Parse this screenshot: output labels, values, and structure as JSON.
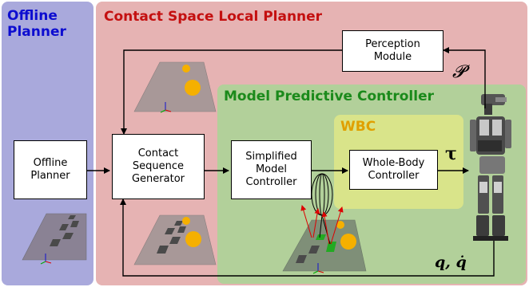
{
  "regions": {
    "offline": {
      "title_line1": "Offline",
      "title_line2": "Planner",
      "color": "#a9a9dc",
      "title_color": "#0d0dd0"
    },
    "contact_space": {
      "title": "Contact Space Local Planner",
      "color": "#e6b3b3",
      "title_color": "#c41010"
    },
    "mpc": {
      "title": "Model Predictive Controller",
      "color": "#b2d09a",
      "title_color": "#1b8a1b"
    },
    "wbc": {
      "title": "WBC",
      "color": "#d9e48a",
      "title_color": "#e0a000"
    }
  },
  "blocks": {
    "offline_planner": {
      "line1": "Offline",
      "line2": "Planner"
    },
    "contact_sequence": {
      "line1": "Contact",
      "line2": "Sequence",
      "line3": "Generator"
    },
    "simplified_model": {
      "line1": "Simplified",
      "line2": "Model",
      "line3": "Controller"
    },
    "whole_body": {
      "line1": "Whole-Body",
      "line2": "Controller"
    },
    "perception": {
      "line1": "Perception",
      "line2": "Module"
    }
  },
  "signals": {
    "perception_symbol": "𝓟",
    "torque_symbol": "τ",
    "state_q": "q",
    "state_sep": ",",
    "state_qdot": "q̇"
  },
  "icons": [
    "terrain-icon",
    "obstacle-icon",
    "footstep-icon",
    "robot-icon",
    "axes-icon",
    "ellipsoid-icon"
  ]
}
